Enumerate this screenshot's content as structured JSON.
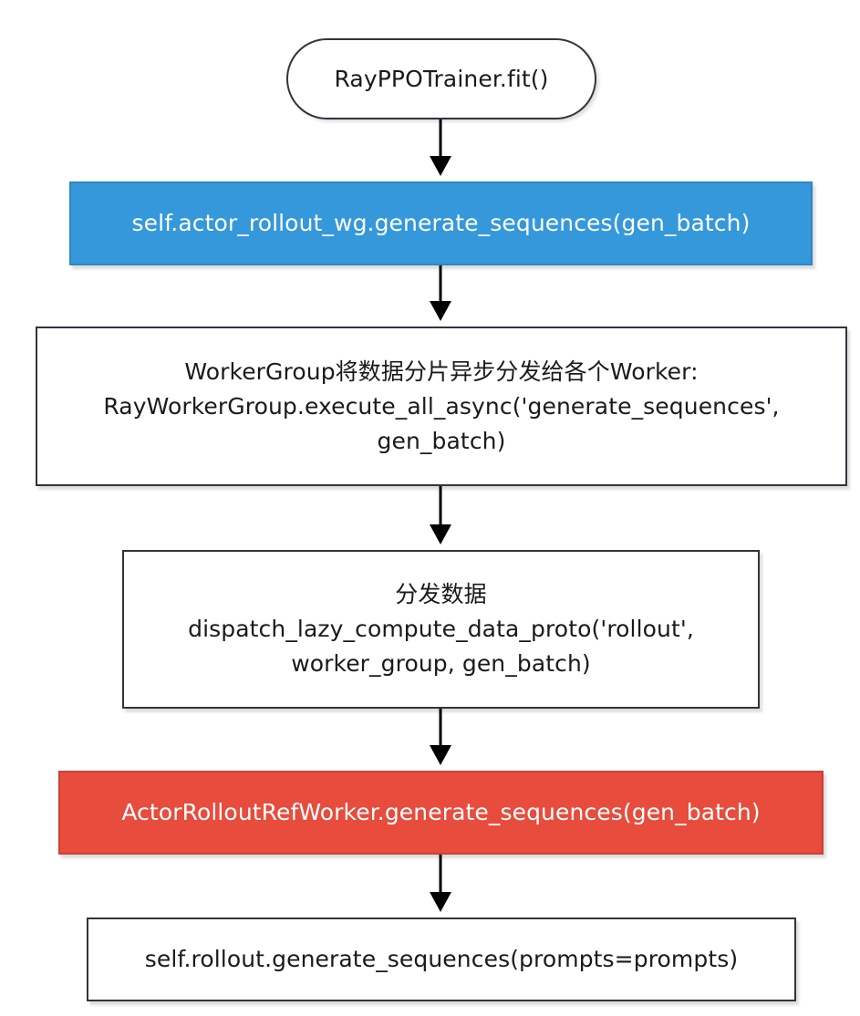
{
  "nodes": {
    "start": {
      "line1": "RayPPOTrainer.fit()"
    },
    "generate_call": {
      "line1": "self.actor_rollout_wg.generate_sequences(gen_batch)"
    },
    "worker_group": {
      "line1": "WorkerGroup将数据分片异步分发给各个Worker:",
      "line2": "RayWorkerGroup.execute_all_async('generate_sequences',",
      "line3": "gen_batch)"
    },
    "dispatch": {
      "line1": "分发数据",
      "line2": "dispatch_lazy_compute_data_proto('rollout',",
      "line3": "worker_group, gen_batch)"
    },
    "actor_worker": {
      "line1": "ActorRolloutRefWorker.generate_sequences(gen_batch)"
    },
    "rollout": {
      "line1": "self.rollout.generate_sequences(prompts=prompts)"
    }
  },
  "colors": {
    "blue_node": "#3498db",
    "red_node": "#e74c3c",
    "border": "#33333f",
    "arrow": "#000000"
  }
}
